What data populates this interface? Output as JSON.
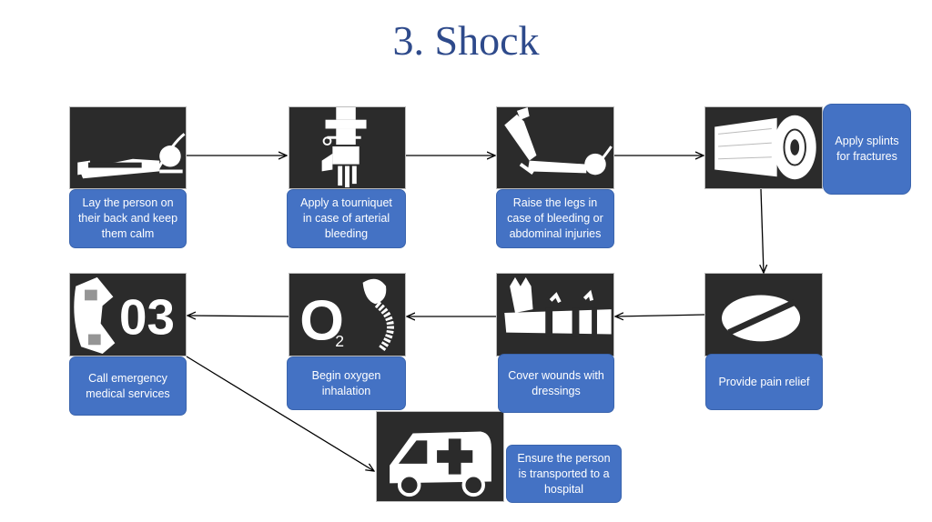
{
  "title": "3. Shock",
  "steps": [
    {
      "label": "Lay the person on their back and keep them calm",
      "icon": "lying-person-icon"
    },
    {
      "label": "Apply a tourniquet in case of arterial bleeding",
      "icon": "tourniquet-arm-icon"
    },
    {
      "label": "Raise the legs in case of bleeding or abdominal injuries",
      "icon": "raised-legs-icon"
    },
    {
      "label": "Apply splints for fractures",
      "icon": "bandage-roll-icon"
    },
    {
      "label": "Provide pain relief",
      "icon": "pill-icon"
    },
    {
      "label": "Cover wounds with dressings",
      "icon": "bandaged-leg-icon"
    },
    {
      "label": "Begin oxygen inhalation",
      "icon": "oxygen-mask-icon"
    },
    {
      "label": "Call emergency medical services",
      "icon": "phone-03-icon"
    },
    {
      "label": "Ensure the person is transported to a hospital",
      "icon": "ambulance-icon"
    }
  ],
  "icon_text": {
    "phone_number": "03",
    "oxygen_symbol": "O",
    "oxygen_subscript": "2"
  },
  "colors": {
    "title": "#2e4a8b",
    "box": "#4472c4",
    "pictogram_bg": "#2b2b2b",
    "arrow": "#000000"
  }
}
